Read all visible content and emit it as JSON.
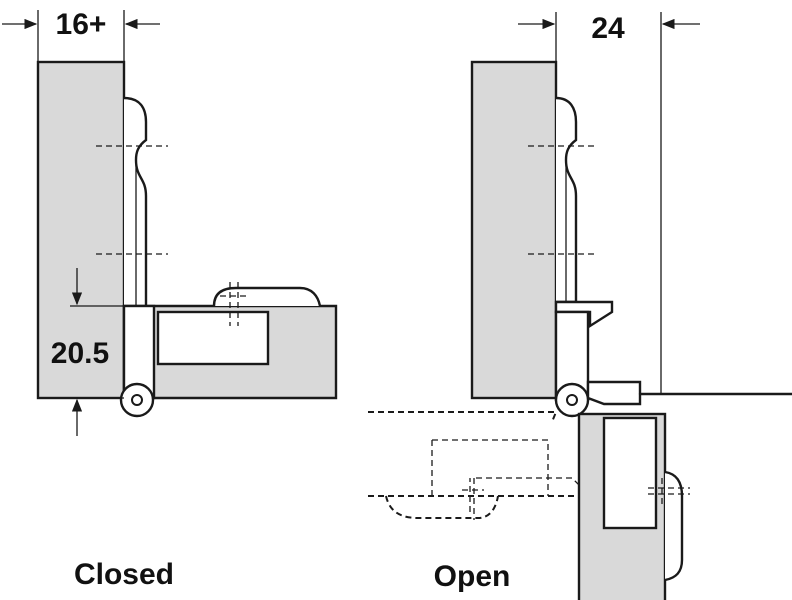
{
  "diagram": {
    "closed": {
      "caption": "Closed",
      "overlay_dimension": "16+",
      "height_dimension": "20.5"
    },
    "open": {
      "caption": "Open",
      "clearance_dimension": "24"
    },
    "colors": {
      "panel_fill": "#d9d9d9",
      "line": "#1a1a1a",
      "background": "#ffffff"
    }
  }
}
